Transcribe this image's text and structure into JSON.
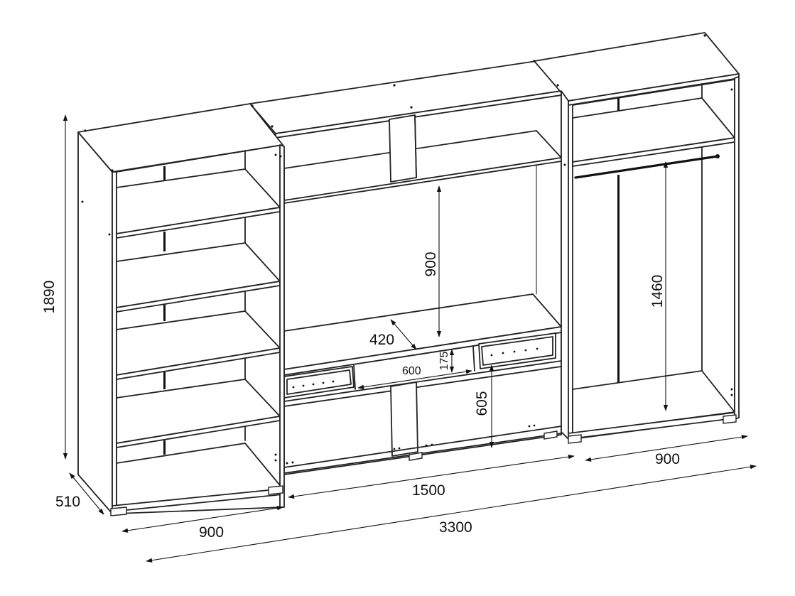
{
  "diagram": {
    "subject": "wall unit assembly drawing",
    "line_color": "#222222",
    "background": "#ffffff",
    "modules": [
      {
        "id": "left-bookcase",
        "shelves": 5
      },
      {
        "id": "center-tv-module",
        "drawers": 2
      },
      {
        "id": "right-wardrobe",
        "hanging_rail": true
      }
    ],
    "dimensions": {
      "total_height": "1890",
      "depth": "510",
      "left_width": "900",
      "center_width": "1500",
      "right_width": "900",
      "total_width": "3300",
      "tv_niche_height": "900",
      "tv_shelf_depth": "420",
      "drawer_height": "175",
      "drawer_width": "600",
      "lower_height": "605",
      "hanging_height": "1460"
    }
  }
}
